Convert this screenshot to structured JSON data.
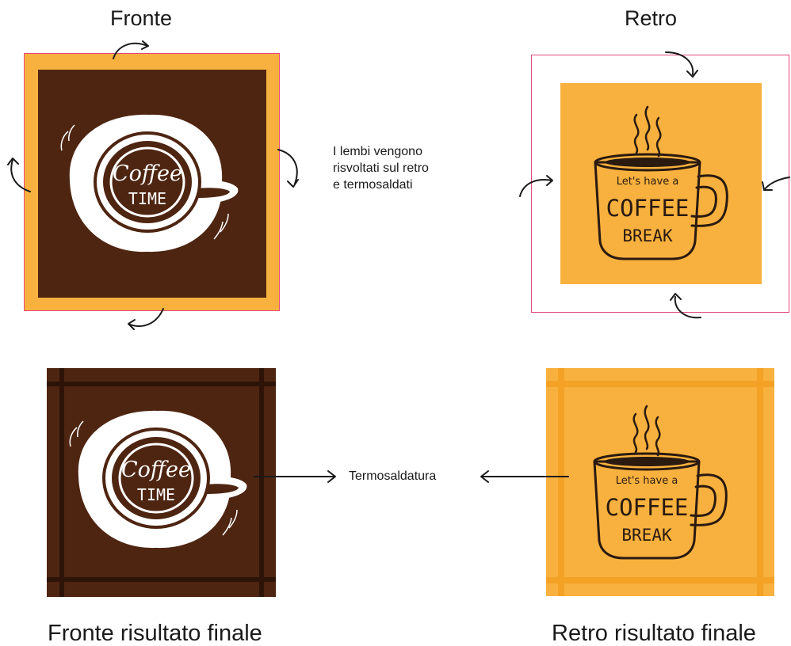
{
  "labels": {
    "front_title": "Fronte",
    "back_title": "Retro",
    "note_lines": [
      "I lembi vengono",
      "risvoltati sul retro",
      "e termosaldati"
    ],
    "seal_label": "Termosaldatura",
    "front_result": "Fronte risultato finale",
    "back_result": "Retro risultato finale"
  },
  "front_logo": {
    "line1": "Coffee",
    "line2": "TIME"
  },
  "back_logo": {
    "line1": "Let's have a",
    "line2": "COFFEE",
    "line3": "BREAK"
  },
  "colors": {
    "orange": "#F8B13E",
    "orange_stripe": "#F4A225",
    "brown": "#4E2511",
    "brown_stripe": "#2E1308",
    "trim": "#E2487A",
    "white": "#FFFFFF",
    "ink": "#1A1A1A"
  }
}
